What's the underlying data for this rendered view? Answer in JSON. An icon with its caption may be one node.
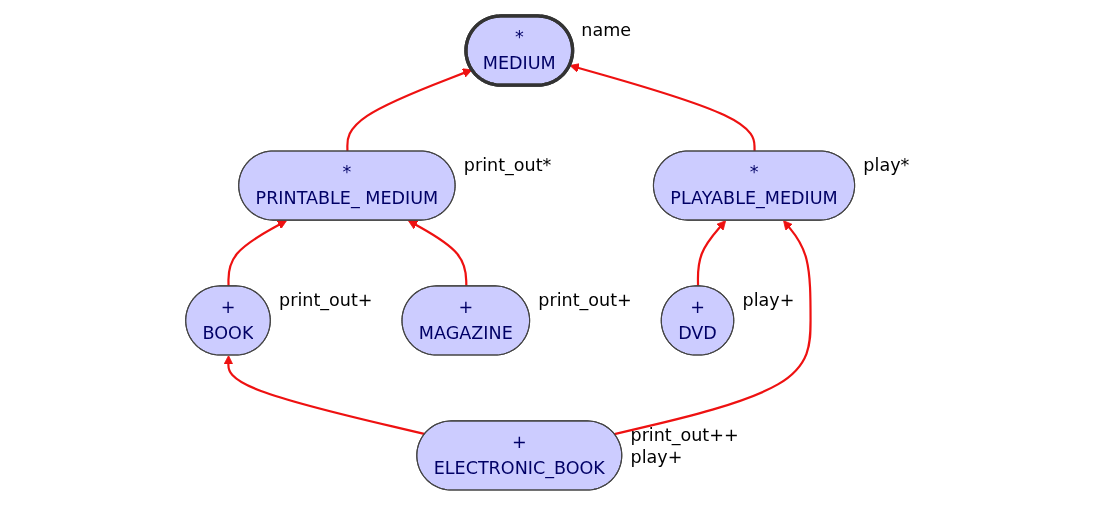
{
  "diagram": {
    "nodes": [
      {
        "text": [
          "*",
          "MEDIUM"
        ],
        "beside": [
          "name"
        ]
      },
      {
        "text": [
          "*",
          "PRINTABLE_ MEDIUM"
        ],
        "beside": [
          "print_out*"
        ]
      },
      {
        "text": [
          "*",
          "PLAYABLE_MEDIUM"
        ],
        "beside": [
          "play*"
        ]
      },
      {
        "text": [
          "+",
          "BOOK"
        ],
        "beside": [
          "print_out+"
        ]
      },
      {
        "text": [
          "+",
          "MAGAZINE"
        ],
        "beside": [
          "print_out+"
        ]
      },
      {
        "text": [
          "+",
          "DVD"
        ],
        "beside": [
          "play+"
        ]
      },
      {
        "text": [
          "+",
          "ELECTRONIC_BOOK"
        ],
        "beside": [
          "print_out++",
          "play+"
        ]
      }
    ],
    "edges": [
      {
        "from": 1,
        "to": 0,
        "arrow": "to"
      },
      {
        "from": 2,
        "to": 0,
        "arrow": "to"
      },
      {
        "from": 3,
        "to": 1,
        "arrow": "to"
      },
      {
        "from": 4,
        "to": 1,
        "arrow": "to"
      },
      {
        "from": 5,
        "to": 2,
        "arrow": "to"
      },
      {
        "from": 6,
        "to": 3,
        "arrow": "to"
      },
      {
        "from": 6,
        "to": 2,
        "arrow": "to"
      }
    ]
  }
}
